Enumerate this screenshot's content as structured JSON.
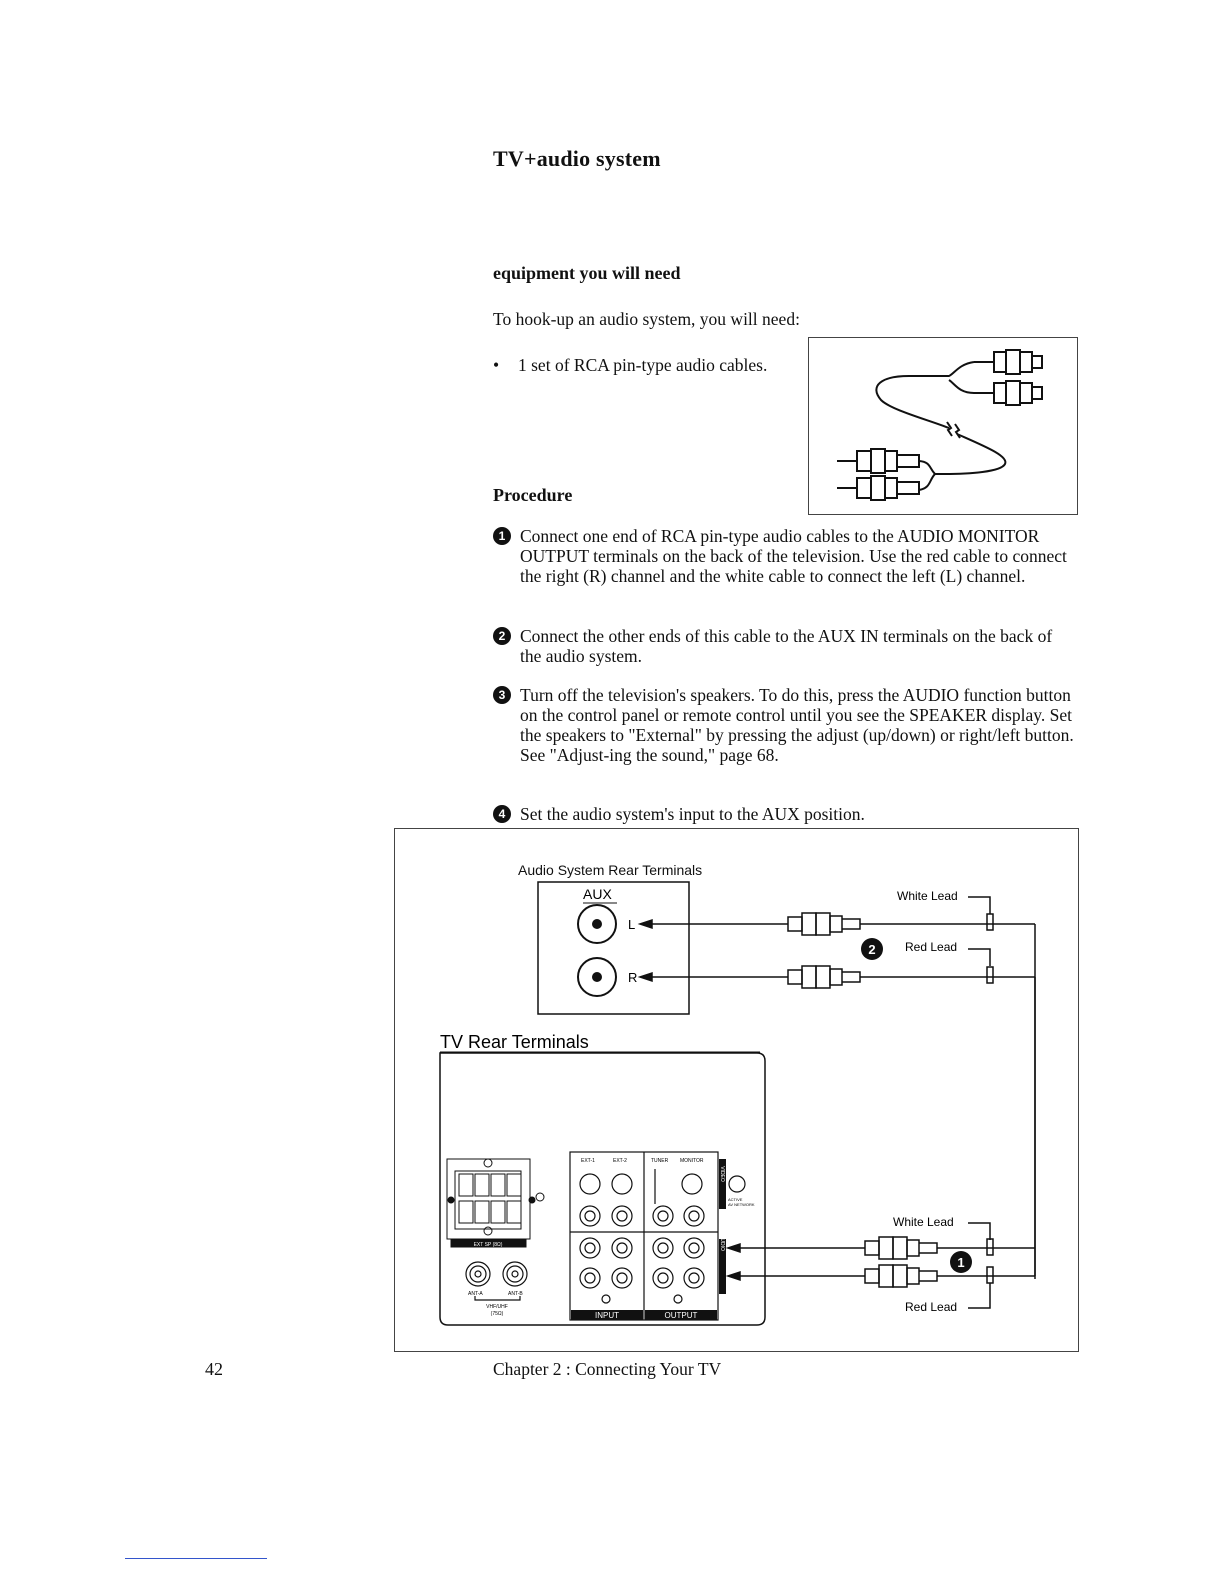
{
  "page": {
    "title": "TV+audio system",
    "section_heading": "equipment you will need",
    "intro": "To hook-up an audio system, you will need:",
    "bullet": "1 set of RCA pin-type audio cables.",
    "procedure_heading": "Procedure",
    "steps": [
      {
        "num": "1",
        "text": "Connect one end of RCA pin-type audio cables to the AUDIO MONITOR OUTPUT terminals on the back of the television. Use the red cable to connect the right (R) channel and the white cable to connect the left (L) channel."
      },
      {
        "num": "2",
        "text": "Connect the other ends of this cable to the AUX IN terminals on the back of the audio system."
      },
      {
        "num": "3",
        "text": "Turn off the television's speakers. To do this, press the AUDIO function button on the control panel or remote control until you see the SPEAKER display. Set the speakers to \"External\" by pressing the adjust (up/down) or right/left button. See \"Adjust-ing the sound,\" page 68."
      },
      {
        "num": "4",
        "text": "Set the audio system's input to the AUX position."
      }
    ],
    "page_number": "42",
    "footer": "Chapter 2 : Connecting Your TV"
  },
  "diagram": {
    "audio_label": "Audio System Rear Terminals",
    "aux": "AUX",
    "l": "L",
    "r": "R",
    "white_lead": "White Lead",
    "red_lead": "Red Lead",
    "tv_label": "TV Rear Terminals",
    "ext_sp": "EXT SP (8Ω)",
    "ant_a": "ANT-A",
    "ant_b": "ANT-B",
    "vhf_uhf": "VHF/UHF",
    "ohm75": "(75Ω)",
    "ext1": "EXT-1",
    "ext2": "EXT-2",
    "tuner": "TUNER",
    "monitor": "MONITOR",
    "video": "VIDEO",
    "audio": "AUDIO",
    "active": "ACTIVE",
    "av_network": "AV NETWORK",
    "input": "INPUT",
    "output": "OUTPUT",
    "marker1": "1",
    "marker2": "2"
  }
}
